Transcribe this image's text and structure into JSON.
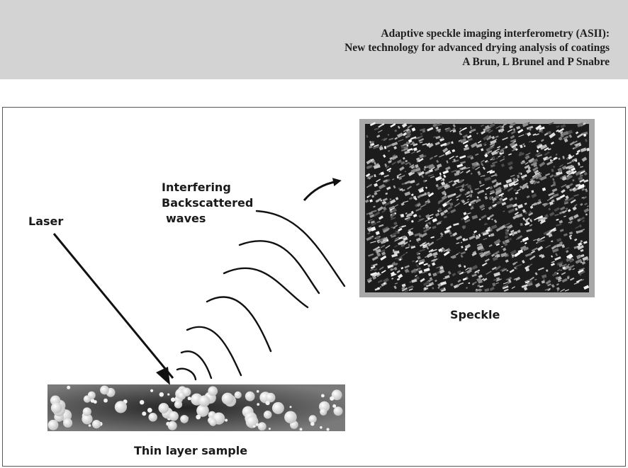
{
  "header": {
    "title_line1": "Adaptive speckle imaging interferometry (ASII):",
    "title_line2": "New technology for advanced drying analysis of coatings",
    "authors": "A Brun, L Brunel and P Snabre"
  },
  "diagram": {
    "laser_label": "Laser",
    "waves_label_line1": "Interfering",
    "waves_label_line2": "Backscattered",
    "waves_label_line3": "waves",
    "speckle_label": "Speckle",
    "sample_label": "Thin layer sample"
  },
  "colors": {
    "header_bg": "#d3d3d3",
    "ink": "#111111",
    "sample_bg": "#5a5a5a",
    "speckle_frame": "#a8a8a8"
  }
}
